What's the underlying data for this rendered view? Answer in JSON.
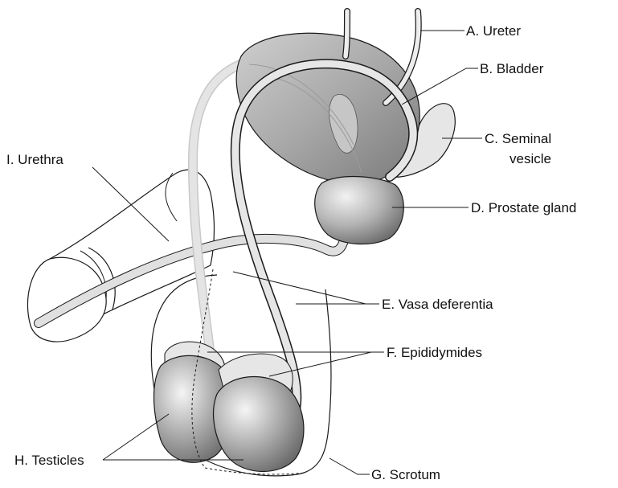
{
  "labels": {
    "ureter": "A. Ureter",
    "bladder": "B. Bladder",
    "seminal_line1": "C. Seminal",
    "seminal_line2": "vesicle",
    "prostate": "D. Prostate gland",
    "vasa": "E. Vasa deferentia",
    "epididymides": "F. Epididymides",
    "scrotum": "G. Scrotum",
    "testicles": "H. Testicles",
    "urethra": "I. Urethra"
  },
  "colors": {
    "organ_fill": "#9e9e9e",
    "organ_light": "#e6e6e6",
    "tube_fill": "#e0e0e0",
    "outline": "#1a1a1a"
  }
}
